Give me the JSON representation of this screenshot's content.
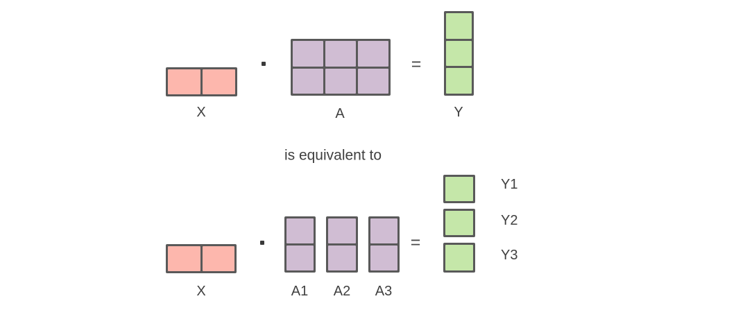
{
  "colors": {
    "background": "#ffffff",
    "x-fill": "#fdb7ad",
    "a-fill": "#d0bdd3",
    "y-fill": "#c5e7a9",
    "stroke": "#595959",
    "text": "#404040"
  },
  "caption": {
    "equivalence": "is equivalent to"
  },
  "top_equation": {
    "x": {
      "label": "X",
      "rows": 1,
      "cols": 2
    },
    "operator": "·",
    "a": {
      "label": "A",
      "rows": 2,
      "cols": 3
    },
    "equals": "=",
    "y": {
      "label": "Y",
      "rows": 3,
      "cols": 1
    }
  },
  "bottom_equation": {
    "x": {
      "label": "X",
      "rows": 1,
      "cols": 2
    },
    "operator": "·",
    "a_blocks": [
      {
        "label": "A1",
        "rows": 2,
        "cols": 1
      },
      {
        "label": "A2",
        "rows": 2,
        "cols": 1
      },
      {
        "label": "A3",
        "rows": 2,
        "cols": 1
      }
    ],
    "equals": "=",
    "y_blocks": [
      {
        "label": "Y1",
        "rows": 1,
        "cols": 1
      },
      {
        "label": "Y2",
        "rows": 1,
        "cols": 1
      },
      {
        "label": "Y3",
        "rows": 1,
        "cols": 1
      }
    ]
  }
}
